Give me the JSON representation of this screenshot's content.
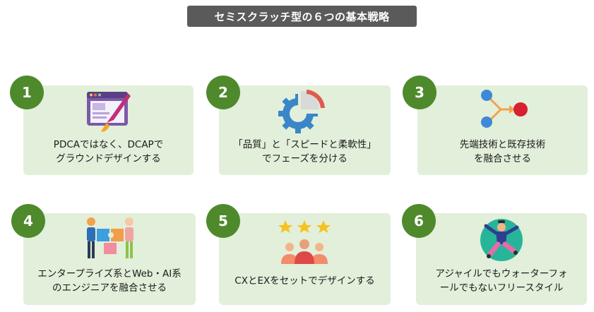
{
  "title": "セミスクラッチ型の６つの基本戦略",
  "strategies": [
    {
      "number": "1",
      "line1": "PDCAではなく、DCAPで",
      "line2": "グラウンドデザインする",
      "icon": "web-design-icon"
    },
    {
      "number": "2",
      "line1": "「品質」と「スピードと柔軟性」",
      "line2": "でフェーズを分ける",
      "icon": "gear-chart-icon"
    },
    {
      "number": "3",
      "line1": "先端技術と既存技術",
      "line2": "を融合させる",
      "icon": "merge-nodes-icon"
    },
    {
      "number": "4",
      "line1": "エンタープライズ系とWeb・AI系",
      "line2": "のエンジニアを融合させる",
      "icon": "puzzle-people-icon"
    },
    {
      "number": "5",
      "line1": "CXとEXをセットでデザインする",
      "line2": "",
      "icon": "rating-team-icon"
    },
    {
      "number": "6",
      "line1": "アジャイルでもウォーターフォ",
      "line2": "ールでもないフリースタイル",
      "icon": "freestyle-person-icon"
    }
  ],
  "colors": {
    "card_bg": "#e2efda",
    "badge": "#4e8a2c",
    "title_bg": "#5a5a5a"
  }
}
